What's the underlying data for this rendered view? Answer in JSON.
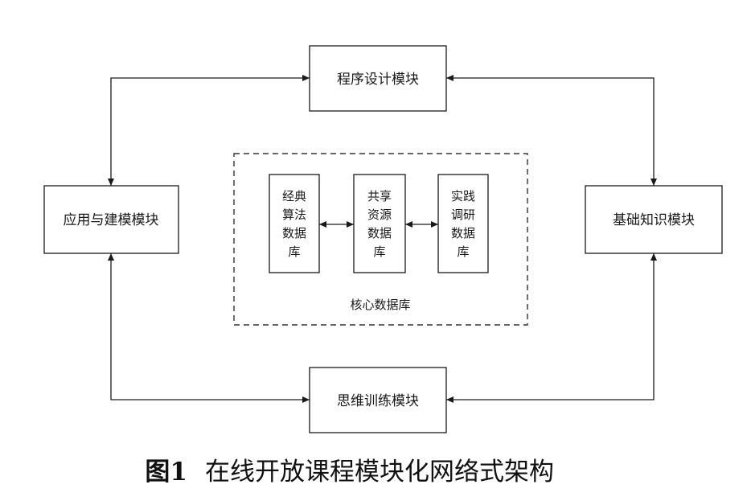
{
  "modules": {
    "program_design": "程序设计模块",
    "application_modeling": "应用与建模模块",
    "basic_knowledge": "基础知识模块",
    "thinking_training": "思维训练模块"
  },
  "core_database": {
    "label": "核心数据库",
    "classic_algorithm": [
      "经典",
      "算法",
      "数据",
      "库"
    ],
    "shared_resource": [
      "共享",
      "资源",
      "数据",
      "库"
    ],
    "practice_research": [
      "实践",
      "调研",
      "数据",
      "库"
    ]
  },
  "caption": {
    "number": "图1",
    "title": "在线开放课程模块化网络式架构"
  }
}
